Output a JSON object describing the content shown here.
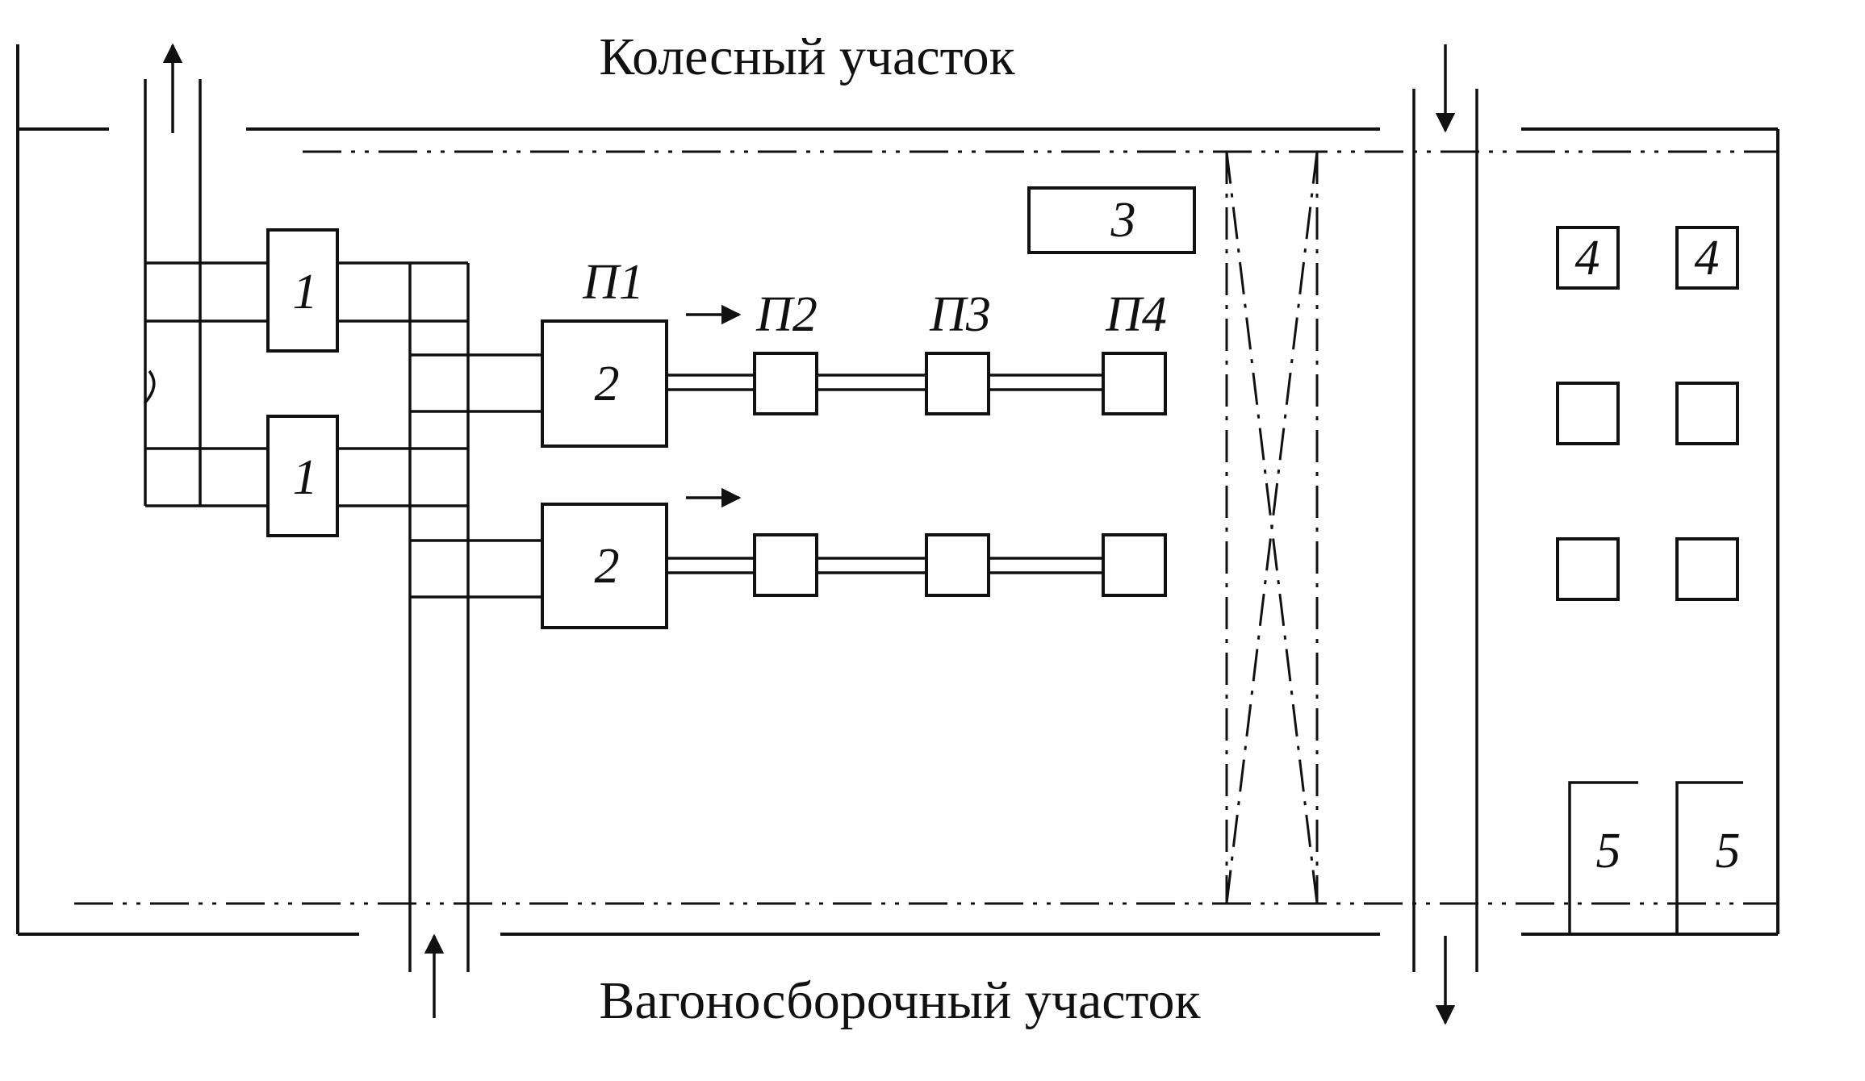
{
  "labels": {
    "top_area": "Колесный участок",
    "bottom_area": "Вагоносборочный участок"
  },
  "equipment": {
    "unit_1": "1",
    "unit_2": "2",
    "unit_3": "3",
    "unit_4": "4",
    "unit_5": "5"
  },
  "posts": {
    "p1": "П1",
    "p2": "П2",
    "p3": "П3",
    "p4": "П4"
  }
}
